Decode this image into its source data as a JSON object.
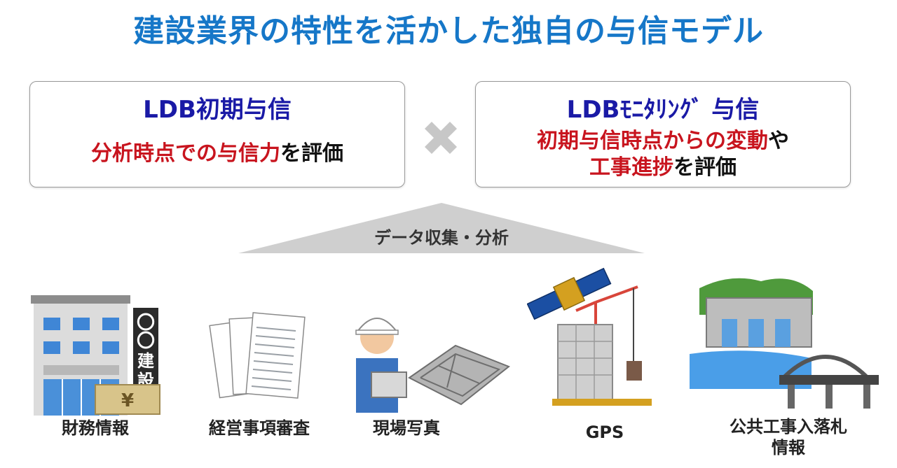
{
  "colors": {
    "title": "#1677c8",
    "box_title": "#1a1aa6",
    "highlight": "#c8141e",
    "cross": "#c7c7c7",
    "triangle": "#cfcfcf"
  },
  "title": "建設業界の特性を活かした独自の与信モデル",
  "left_box": {
    "title": "LDB初期与信",
    "desc_red": "分析時点での与信力",
    "desc_black": "を評価"
  },
  "right_box": {
    "title": "LDBﾓﾆﾀﾘﾝｸﾞ 与信",
    "line1_red": "初期与信時点からの変動",
    "line1_black": "や",
    "line2_red": "工事進捗",
    "line2_black": "を評価"
  },
  "triangle_label": "データ収集・分析",
  "sources": [
    {
      "label": "財務情報",
      "icon": "office-building-icon",
      "sign_text": "〇〇建設",
      "badge": "¥"
    },
    {
      "label": "経営事項審査",
      "icon": "documents-icon"
    },
    {
      "label": "現場写真",
      "icon": "worker-tablet-icon"
    },
    {
      "label": "GPS",
      "icon": "satellite-crane-icon"
    },
    {
      "label": "公共工事入落札",
      "label2": "情報",
      "icon": "dam-bridge-icon"
    }
  ]
}
